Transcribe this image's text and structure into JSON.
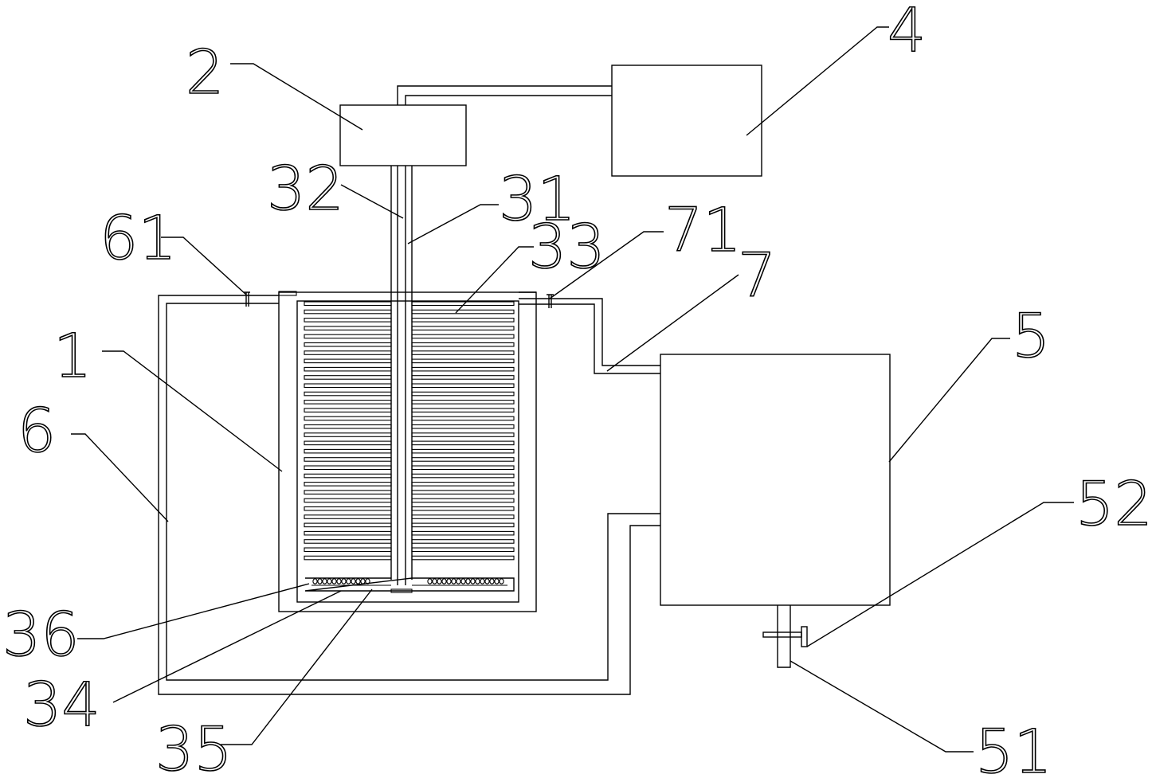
{
  "labels": {
    "l1": "1",
    "l2": "2",
    "l4": "4",
    "l5": "5",
    "l6": "6",
    "l7": "7",
    "l31": "31",
    "l32": "32",
    "l33": "33",
    "l34": "34",
    "l35": "35",
    "l36": "36",
    "l51": "51",
    "l52": "52",
    "l61": "61",
    "l71": "71"
  }
}
